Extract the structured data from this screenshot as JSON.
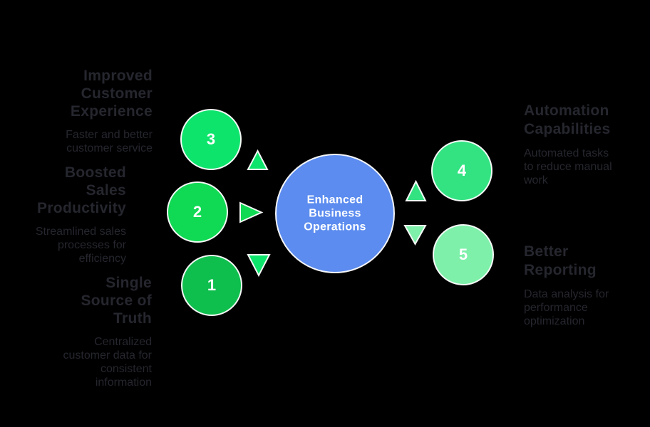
{
  "background": "#000000",
  "text_color": "#25262e",
  "center": {
    "label": "Enhanced\nBusiness\nOperations",
    "color": "#5c8cef",
    "label_color": "#ffffff"
  },
  "nodes": [
    {
      "number": "1",
      "color": "#0fbf4e"
    },
    {
      "number": "2",
      "color": "#10d953"
    },
    {
      "number": "3",
      "color": "#0de46c"
    },
    {
      "number": "4",
      "color": "#33e382"
    },
    {
      "number": "5",
      "color": "#7ef0aa"
    }
  ],
  "arrows": [
    {
      "name": "arrow-up-left",
      "color": "#0de46c"
    },
    {
      "name": "arrow-right",
      "color": "#10d953"
    },
    {
      "name": "arrow-down-left",
      "color": "#0de46c"
    },
    {
      "name": "arrow-up-right",
      "color": "#33e382"
    },
    {
      "name": "arrow-down-right",
      "color": "#7ef0aa"
    }
  ],
  "benefits": [
    {
      "title": "Improved\nCustomer\nExperience",
      "description": "Faster and better\ncustomer service"
    },
    {
      "title": "Boosted\nSales\nProductivity",
      "description": "Streamlined sales\nprocesses for\nefficiency"
    },
    {
      "title": "Single\nSource of\nTruth",
      "description": "Centralized\ncustomer data for\nconsistent\ninformation"
    },
    {
      "title": "Automation\nCapabilities",
      "description": "Automated tasks\nto reduce manual\nwork"
    },
    {
      "title": "Better\nReporting",
      "description": "Data analysis for\nperformance\noptimization"
    }
  ]
}
